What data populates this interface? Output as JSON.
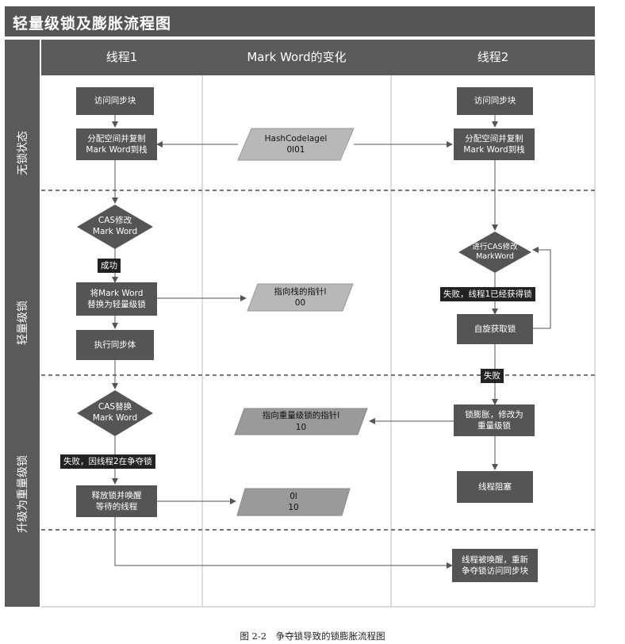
{
  "title": "轻量级锁及膨胀流程图",
  "columns": {
    "thread1": "线程1",
    "markword": "Mark Word的变化",
    "thread2": "线程2"
  },
  "states": {
    "unlocked": "无锁状态",
    "lightweight": "轻量级锁",
    "heavyweight": "升级为重量级锁"
  },
  "thread1": {
    "access_sync": "访问同步块",
    "alloc_copy": "分配空间并复制\nMark Word到栈",
    "cas_modify": "CAS修改\nMark Word",
    "success": "成功",
    "replace_lightweight": "将Mark Word\n替换为轻量级锁",
    "execute_body": "执行同步体",
    "cas_replace": "CAS替换\nMark Word",
    "fail_contended": "失败，因线程2在争夺锁",
    "release_wake": "释放锁并唤醒\n等待的线程"
  },
  "markword": {
    "hashcode": "HashCodelagel\n0l01",
    "stack_pointer": "指向栈的指针l\n00",
    "heavy_pointer": "指向重量级锁的指针l\n10",
    "final": "0l\n10"
  },
  "thread2": {
    "access_sync": "访问同步块",
    "alloc_copy": "分配空间并复制\nMark Word到栈",
    "cas_try": "进行CAS修改\nMarkWord",
    "fail_acquired": "失败，线程1已经获得锁",
    "spin": "自旋获取锁",
    "fail": "失败",
    "inflate": "锁膨胀，修改为\n重量级锁",
    "blocked": "线程阻塞",
    "woken": "线程被唤醒，重新\n争夺锁访问同步块"
  },
  "caption": "图 2-2　争夺锁导致的锁膨胀流程图",
  "colors": {
    "header": "#5a5a5a",
    "box": "#555555",
    "parallelogram": "#b8b8b8",
    "tag": "#222222"
  }
}
